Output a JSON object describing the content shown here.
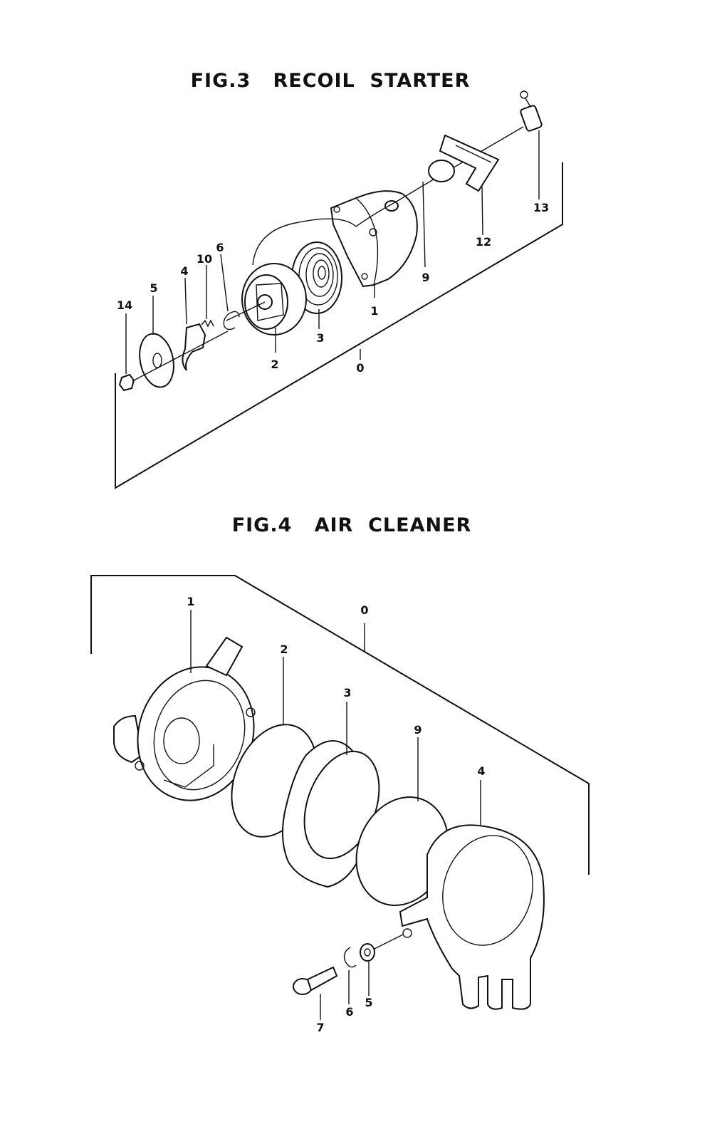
{
  "fig3": {
    "title": "FIG.3   RECOIL  STARTER",
    "labels": {
      "p0": "0",
      "p1": "1",
      "p2": "2",
      "p3": "3",
      "p4": "4",
      "p5": "5",
      "p6": "6",
      "p9": "9",
      "p10": "10",
      "p12": "12",
      "p13": "13",
      "p14": "14"
    }
  },
  "fig4": {
    "title": "FIG.4   AIR  CLEANER",
    "labels": {
      "p0": "0",
      "p1": "1",
      "p2": "2",
      "p3": "3",
      "p4": "4",
      "p5": "5",
      "p6": "6",
      "p7": "7",
      "p9": "9"
    }
  }
}
